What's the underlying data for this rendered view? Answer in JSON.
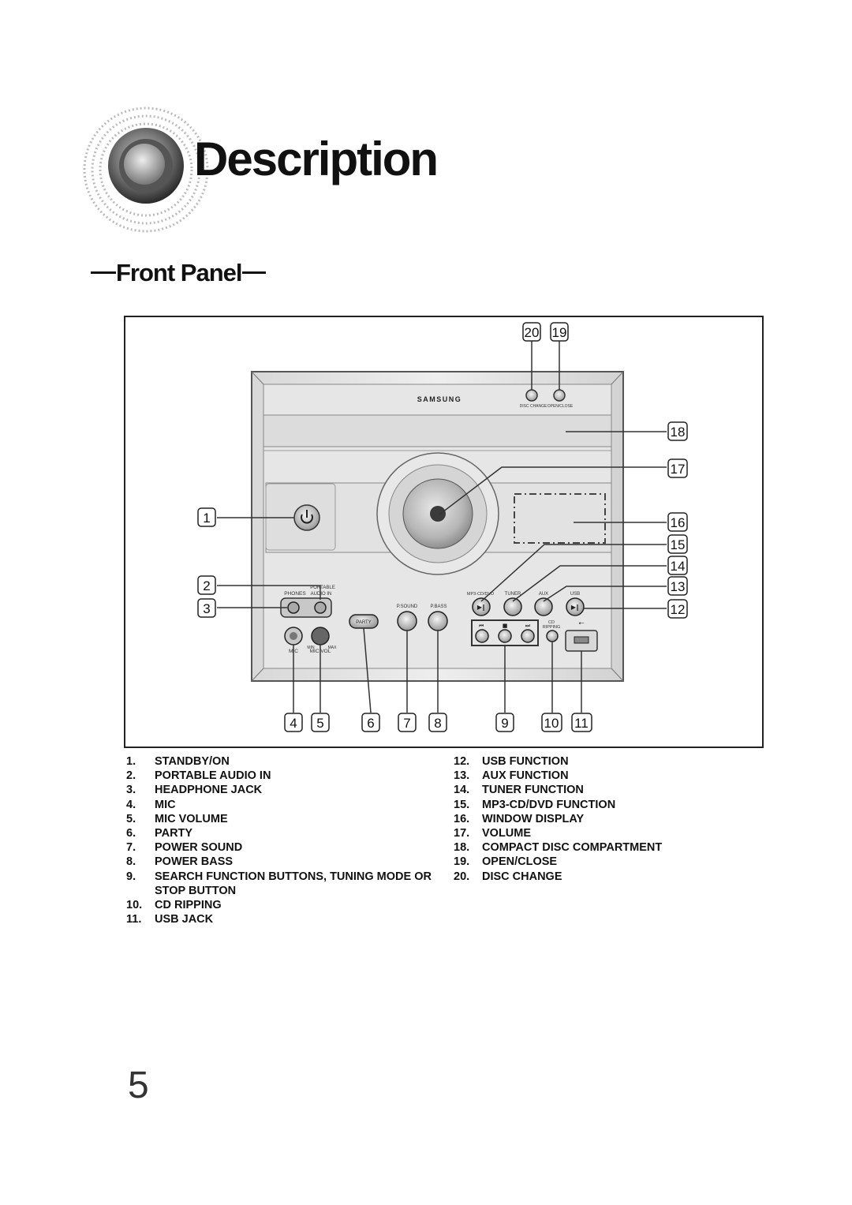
{
  "page": {
    "title": "Description",
    "section": "Front Panel",
    "page_number": "5"
  },
  "device": {
    "brand": "SAMSUNG",
    "labels": {
      "disc_change": "DISC CHANGE",
      "open_close": "OPEN/CLOSE",
      "phones": "PHONES",
      "portable": "PORTABLE",
      "audio_in": "AUDIO IN",
      "p_sound": "P.SOUND",
      "p_bass": "P.BASS",
      "party": "PARTY",
      "mp3_cd_dvd": "MP3-CD/DVD",
      "tuner": "TUNER",
      "aux": "AUX",
      "usb": "USB",
      "cd": "CD",
      "ripping": "RIPPING",
      "mic": "MIC",
      "mic_vol": "MIC VOL",
      "min": "MIN",
      "max": "MAX"
    }
  },
  "callouts": [
    "1",
    "2",
    "3",
    "4",
    "5",
    "6",
    "7",
    "8",
    "9",
    "10",
    "11",
    "12",
    "13",
    "14",
    "15",
    "16",
    "17",
    "18",
    "19",
    "20"
  ],
  "legend_left": [
    {
      "num": "1.",
      "text": "STANDBY/ON"
    },
    {
      "num": "2.",
      "text": "PORTABLE AUDIO IN"
    },
    {
      "num": "3.",
      "text": "HEADPHONE JACK"
    },
    {
      "num": "4.",
      "text": "MIC"
    },
    {
      "num": "5.",
      "text": "MIC VOLUME"
    },
    {
      "num": "6.",
      "text": "PARTY"
    },
    {
      "num": "7.",
      "text": "POWER SOUND"
    },
    {
      "num": "8.",
      "text": "POWER BASS"
    },
    {
      "num": "9.",
      "text": "SEARCH FUNCTION BUTTONS, TUNING MODE OR STOP BUTTON"
    },
    {
      "num": "10.",
      "text": "CD RIPPING"
    },
    {
      "num": "11.",
      "text": "USB JACK"
    }
  ],
  "legend_right": [
    {
      "num": "12.",
      "text": "USB FUNCTION"
    },
    {
      "num": "13.",
      "text": "AUX FUNCTION"
    },
    {
      "num": "14.",
      "text": "TUNER FUNCTION"
    },
    {
      "num": "15.",
      "text": "MP3-CD/DVD FUNCTION"
    },
    {
      "num": "16.",
      "text": "WINDOW DISPLAY"
    },
    {
      "num": "17.",
      "text": "VOLUME"
    },
    {
      "num": "18.",
      "text": "COMPACT DISC COMPARTMENT"
    },
    {
      "num": "19.",
      "text": "OPEN/CLOSE"
    },
    {
      "num": "20.",
      "text": "DISC CHANGE"
    }
  ]
}
